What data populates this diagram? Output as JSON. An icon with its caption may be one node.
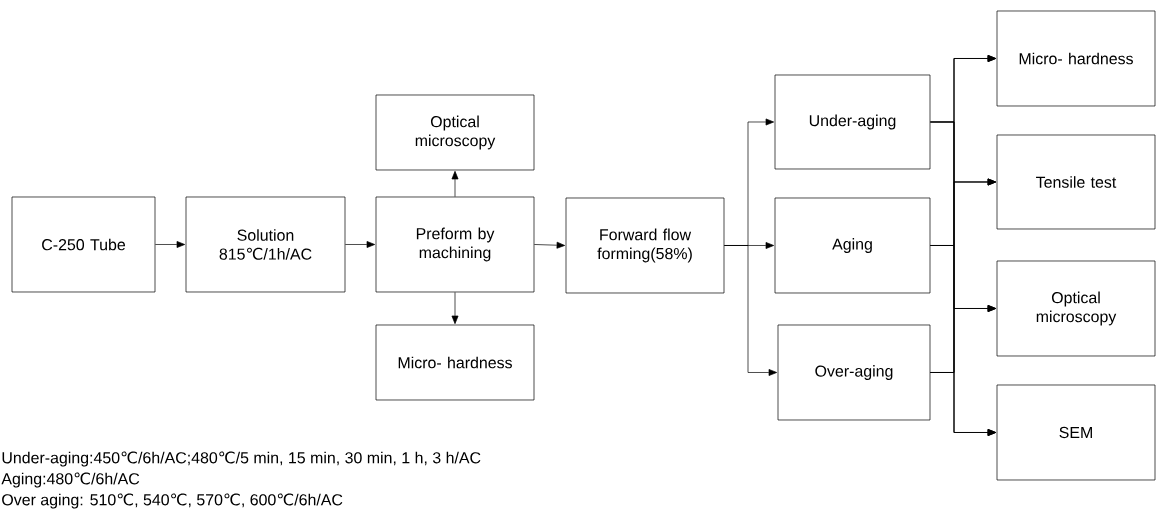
{
  "diagram": {
    "nodes": [
      {
        "text": [
          "C-250 Tube"
        ]
      },
      {
        "text": [
          "Solution 815℃/1h/AC"
        ]
      },
      {
        "text": [
          "Preform by machining"
        ]
      },
      {
        "text": [
          "Optical microscopy"
        ]
      },
      {
        "text": [
          "Micro- hardness"
        ]
      },
      {
        "text": [
          "Forward flow forming(58%)"
        ]
      },
      {
        "text": [
          "Under-aging"
        ]
      },
      {
        "text": [
          "Aging"
        ]
      },
      {
        "text": [
          "Over-aging"
        ]
      },
      {
        "text": [
          "Micro- hardness"
        ]
      },
      {
        "text": [
          "Tensile test"
        ]
      },
      {
        "text": [
          "Optical microscopy"
        ]
      },
      {
        "text": [
          "SEM"
        ]
      }
    ],
    "edges": [
      {
        "from": 0,
        "to": 1,
        "arrow": "to"
      },
      {
        "from": 1,
        "to": 2,
        "arrow": "to"
      },
      {
        "from": 2,
        "to": 3,
        "arrow": "to"
      },
      {
        "from": 2,
        "to": 4,
        "arrow": "to"
      },
      {
        "from": 2,
        "to": 5,
        "arrow": "to"
      },
      {
        "from": 5,
        "to": 6,
        "arrow": "to"
      },
      {
        "from": 5,
        "to": 7,
        "arrow": "to"
      },
      {
        "from": 5,
        "to": 8,
        "arrow": "to"
      },
      {
        "from": 6,
        "to": 9,
        "arrow": "to"
      },
      {
        "from": 6,
        "to": 10,
        "arrow": "to"
      },
      {
        "from": 6,
        "to": 11,
        "arrow": "to"
      },
      {
        "from": 6,
        "to": 12,
        "arrow": "to"
      },
      {
        "from": 7,
        "to": 9,
        "arrow": "to"
      },
      {
        "from": 7,
        "to": 10,
        "arrow": "to"
      },
      {
        "from": 7,
        "to": 11,
        "arrow": "to"
      },
      {
        "from": 7,
        "to": 12,
        "arrow": "to"
      },
      {
        "from": 8,
        "to": 9,
        "arrow": "to"
      },
      {
        "from": 8,
        "to": 10,
        "arrow": "to"
      },
      {
        "from": 8,
        "to": 11,
        "arrow": "to"
      },
      {
        "from": 8,
        "to": 12,
        "arrow": "to"
      }
    ],
    "labels": [
      "Under-aging:450℃/6h/AC;480℃/5 min, 15 min, 30 min, 1 h, 3 h/AC",
      "Aging:480℃/6h/AC",
      "Over aging: 510℃, 540℃, 570℃, 600℃/6h/AC"
    ]
  }
}
